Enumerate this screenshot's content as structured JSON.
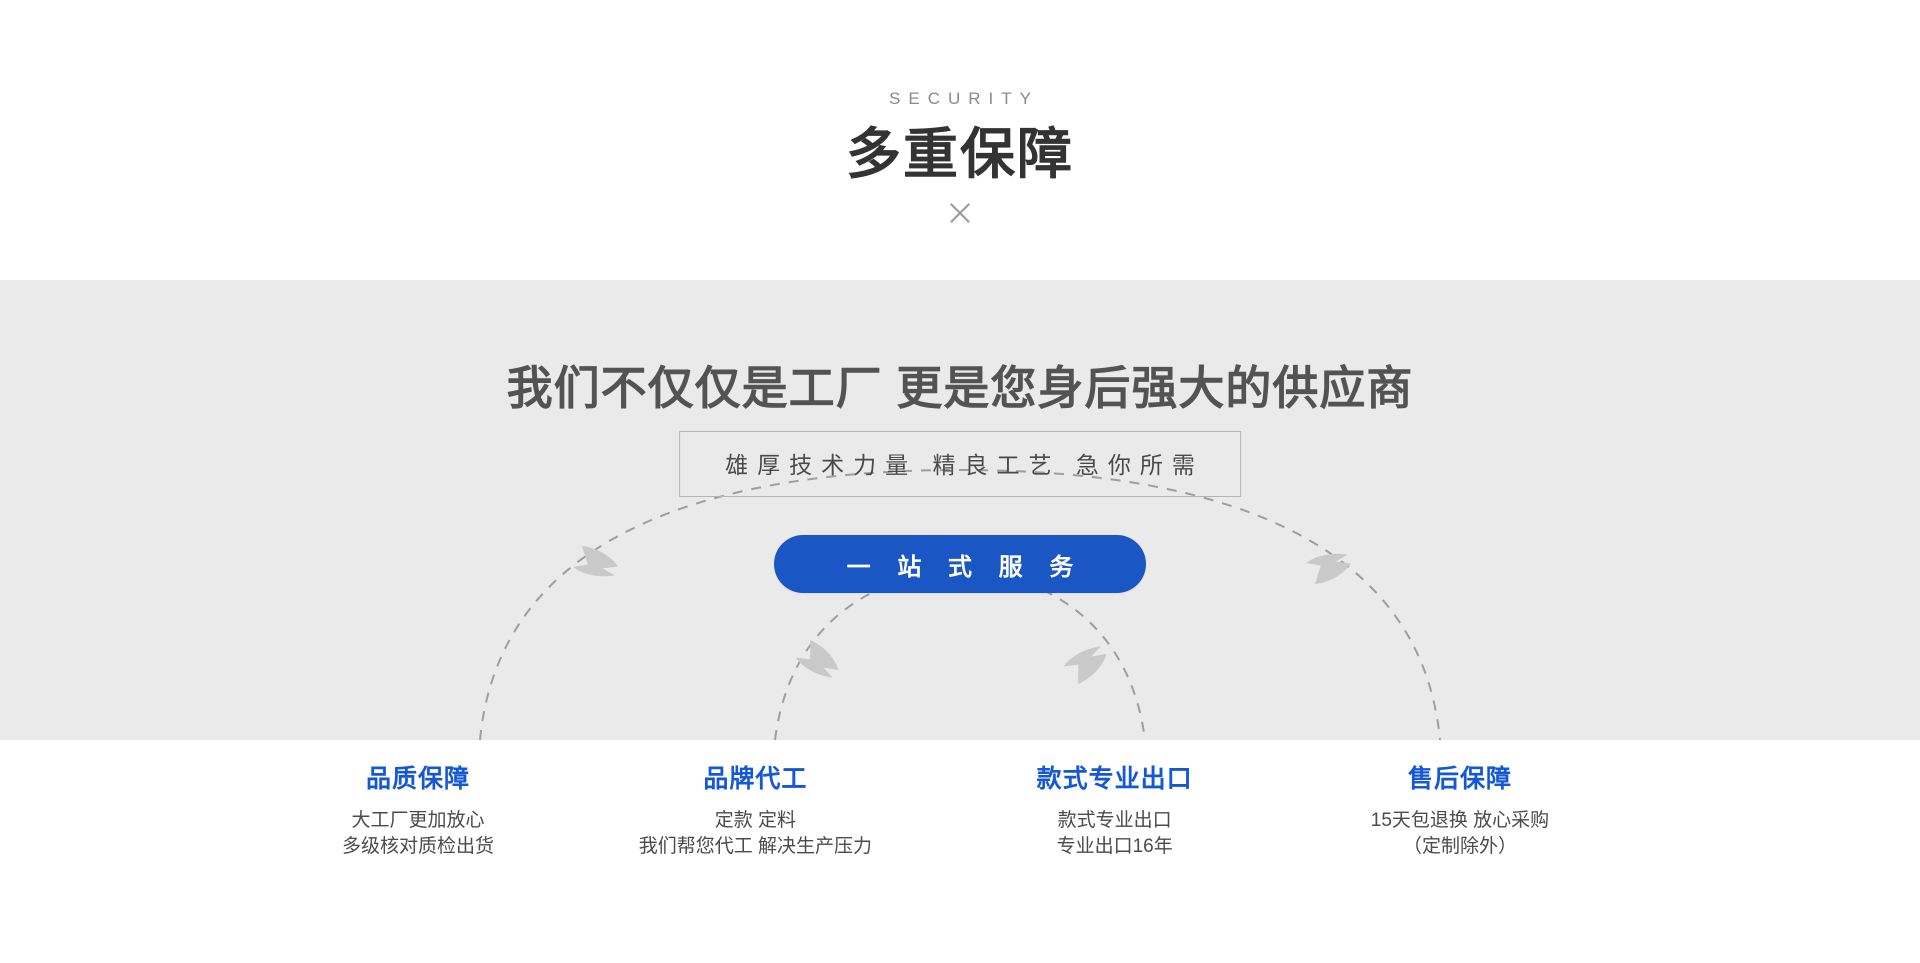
{
  "header": {
    "eyebrow": "SECURITY",
    "title": "多重保障",
    "divider_icon": "x-divider-icon"
  },
  "feature": {
    "headline": "我们不仅仅是工厂 更是您身后强大的供应商",
    "tagline": "雄厚技术力量 精良工艺 急你所需",
    "pill_label": "一 站 式 服 务",
    "accent_color": "#1a56c4",
    "band_color": "#eaeaea",
    "arc_color": "#9e9e9e",
    "arrow_color": "#c9c9c9"
  },
  "columns": [
    {
      "title": "品质保障",
      "line1": "大工厂更加放心",
      "line2": "多级核对质检出货"
    },
    {
      "title": "品牌代工",
      "line1": "定款 定料",
      "line2": "我们帮您代工 解决生产压力"
    },
    {
      "title": "款式专业出口",
      "line1": "款式专业出口",
      "line2": "专业出口16年"
    },
    {
      "title": "售后保障",
      "line1": "15天包退换 放心采购",
      "line2": "（定制除外）"
    }
  ],
  "column_title_color": "#1558d6"
}
